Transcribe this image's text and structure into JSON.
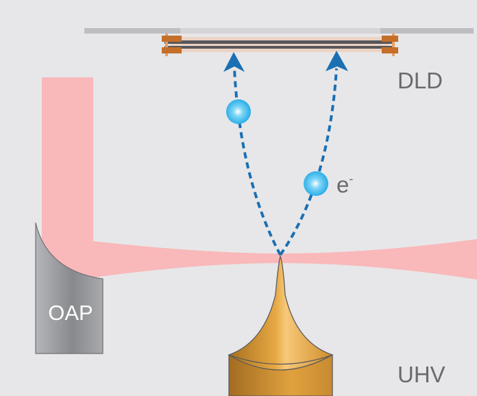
{
  "labels": {
    "detector": "DLD",
    "electron": "e",
    "electron_charge": "-",
    "mirror": "OAP",
    "chamber": "UHV"
  },
  "colors": {
    "background": "#e7e7e9",
    "laser_beam": "#f9b8b9",
    "trajectory": "#1b6fb3",
    "electron": "#29b1ea",
    "tip_gold": "#d99a35",
    "mirror_gray": "#9c9da1",
    "detector_plate": "#5a5a5c",
    "detector_bracket": "#c46f2a",
    "label_text": "#6a6a6c"
  }
}
